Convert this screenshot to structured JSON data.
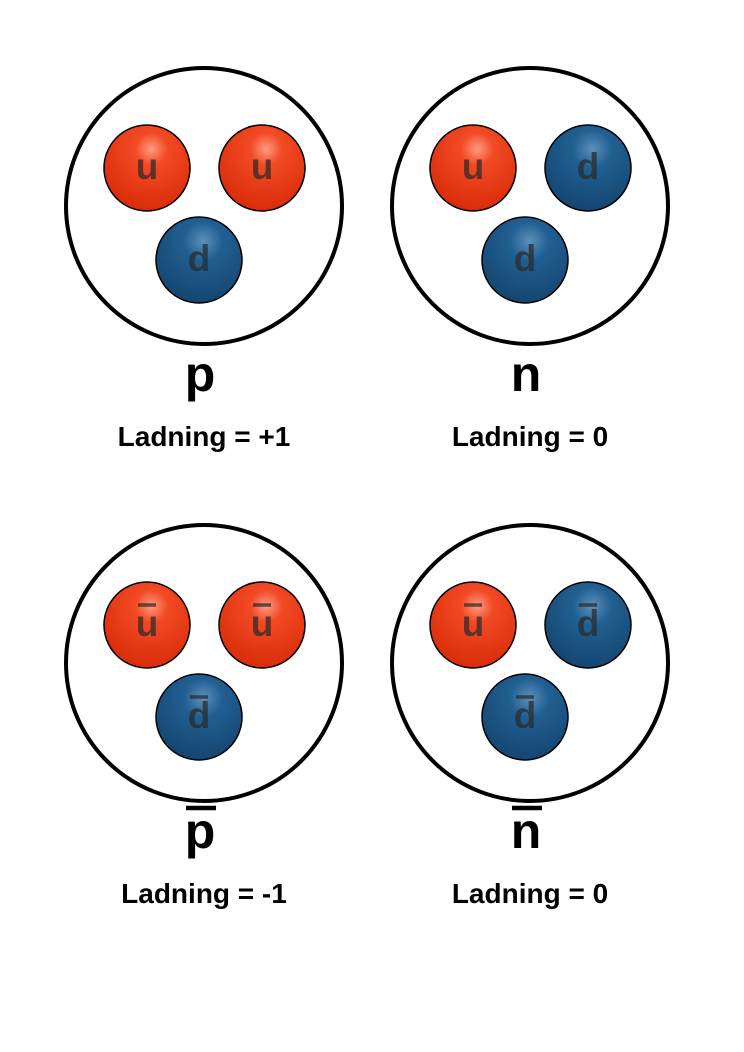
{
  "colors": {
    "up_quark": "#ee3311",
    "down_quark": "#1f5a8c",
    "outline": "#000000",
    "background": "#ffffff"
  },
  "panels": [
    {
      "symbol": "p",
      "antiparticle": false,
      "charge_label": "Ladning = +1",
      "quarks": [
        {
          "flavor": "u",
          "anti": false
        },
        {
          "flavor": "u",
          "anti": false
        },
        {
          "flavor": "d",
          "anti": false
        }
      ]
    },
    {
      "symbol": "n",
      "antiparticle": false,
      "charge_label": "Ladning = 0",
      "quarks": [
        {
          "flavor": "u",
          "anti": false
        },
        {
          "flavor": "d",
          "anti": false
        },
        {
          "flavor": "d",
          "anti": false
        }
      ]
    },
    {
      "symbol": "p",
      "antiparticle": true,
      "charge_label": "Ladning = -1",
      "quarks": [
        {
          "flavor": "u",
          "anti": true
        },
        {
          "flavor": "u",
          "anti": true
        },
        {
          "flavor": "d",
          "anti": true
        }
      ]
    },
    {
      "symbol": "n",
      "antiparticle": true,
      "charge_label": "Ladning = 0",
      "quarks": [
        {
          "flavor": "u",
          "anti": true
        },
        {
          "flavor": "d",
          "anti": true
        },
        {
          "flavor": "d",
          "anti": true
        }
      ]
    }
  ]
}
